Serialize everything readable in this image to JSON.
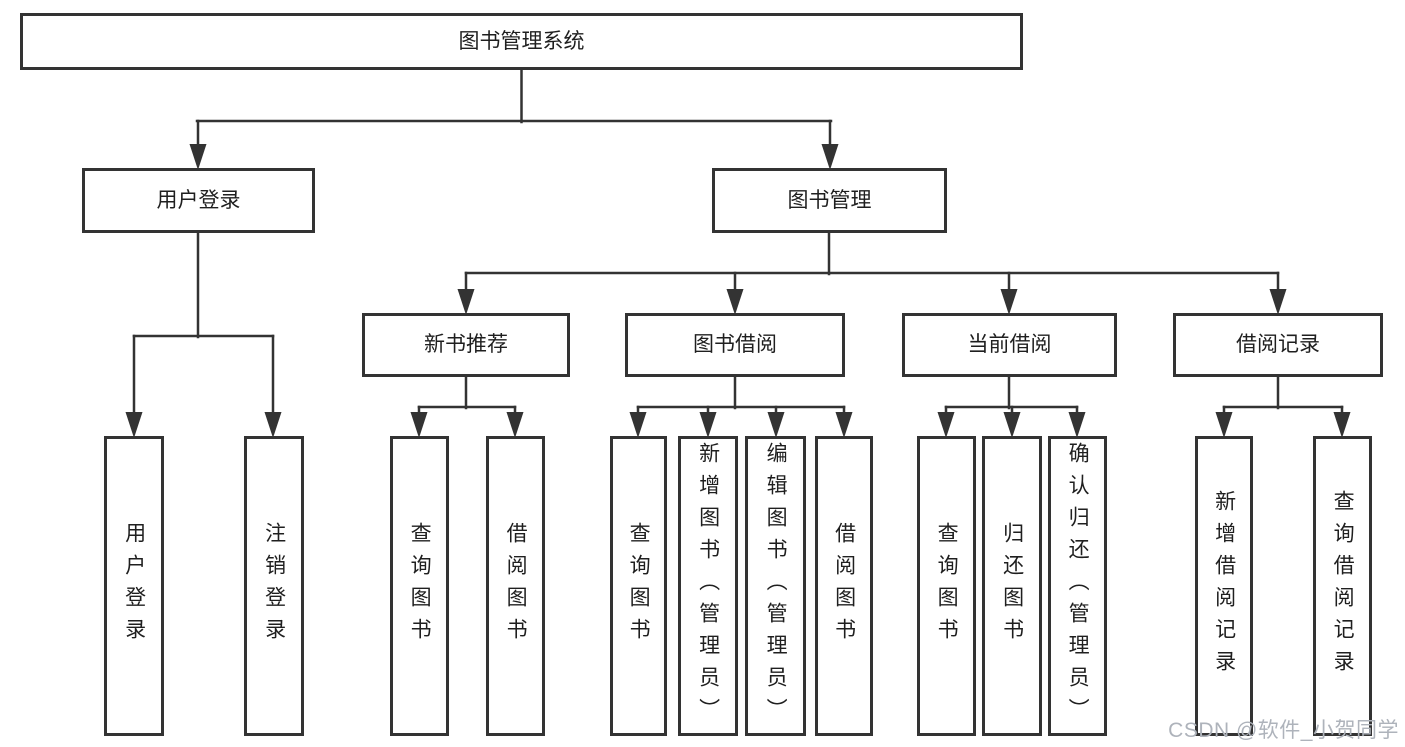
{
  "diagram": {
    "root": {
      "label": "图书管理系统"
    },
    "level2": [
      {
        "label": "用户登录"
      },
      {
        "label": "图书管理"
      }
    ],
    "level3": [
      {
        "label": "新书推荐"
      },
      {
        "label": "图书借阅"
      },
      {
        "label": "当前借阅"
      },
      {
        "label": "借阅记录"
      }
    ],
    "leaf_groups": [
      {
        "parent": "用户登录",
        "items": [
          "用户登录",
          "注销登录"
        ]
      },
      {
        "parent": "新书推荐",
        "items": [
          "查询图书",
          "借阅图书"
        ]
      },
      {
        "parent": "图书借阅",
        "items": [
          "查询图书",
          "新增图书（管理员）",
          "编辑图书（管理员）",
          "借阅图书"
        ]
      },
      {
        "parent": "当前借阅",
        "items": [
          "查询图书",
          "归还图书",
          "确认归还（管理员）"
        ]
      },
      {
        "parent": "借阅记录",
        "items": [
          "新增借阅记录",
          "查询借阅记录"
        ]
      }
    ]
  },
  "colors": {
    "line": "#333333",
    "box_border": "#333333",
    "box_fill": "#ffffff",
    "text": "#1f1f1f",
    "watermark": "#aeb3bb"
  },
  "watermark": {
    "text": "CSDN @软件_小贺同学"
  }
}
